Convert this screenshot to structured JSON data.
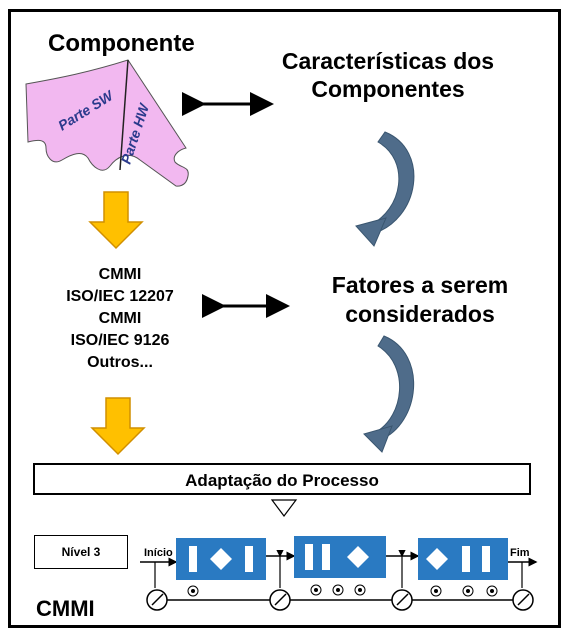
{
  "diagram": {
    "component_title": "Componente",
    "part_sw": "Parte SW",
    "part_hw": "Parte HW",
    "characteristics": [
      "Características dos",
      "Componentes"
    ],
    "standards": [
      "CMMI",
      "ISO/IEC 12207",
      "CMMI",
      "ISO/IEC 9126",
      "Outros..."
    ],
    "factors": [
      "Fatores a serem",
      "considerados"
    ],
    "process_adaptation": "Adaptação do Processo",
    "level_label": "Nível 3",
    "start_label": "Início",
    "end_label": "Fim",
    "model_label": "CMMI"
  },
  "colors": {
    "component_fill": "#f2b8f0",
    "part_text": "#2b3a8c",
    "down_arrow": "#ffc000",
    "down_arrow_stroke": "#d18f00",
    "curved_arrow": "#4f6c8a",
    "process_block": "#2a7ac2"
  }
}
